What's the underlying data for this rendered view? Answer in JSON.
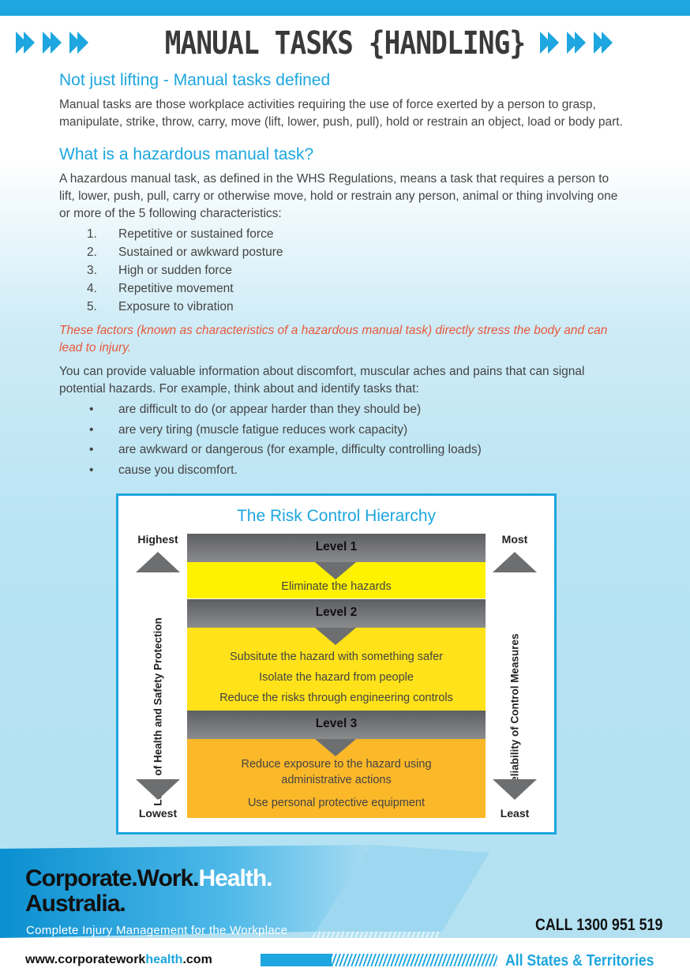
{
  "header": {
    "title": "MANUAL TASKS {HANDLING}"
  },
  "section1": {
    "heading": "Not just lifting - Manual tasks defined",
    "text": "Manual tasks are those workplace activities requiring the use of force exerted by a person to grasp, manipulate, strike, throw, carry, move (lift, lower, push, pull), hold or restrain an object, load or body part."
  },
  "section2": {
    "heading": "What is a hazardous manual task?",
    "text": "A hazardous manual task, as defined in the WHS Regulations, means a task that requires a person to lift, lower, push, pull, carry or otherwise move, hold or restrain any person, animal or thing involving one or more of the 5 following characteristics:",
    "items": [
      {
        "num": "1.",
        "text": "Repetitive or sustained force"
      },
      {
        "num": "2.",
        "text": "Sustained or awkward posture"
      },
      {
        "num": "3.",
        "text": "High or sudden force"
      },
      {
        "num": "4.",
        "text": "Repetitive movement"
      },
      {
        "num": "5.",
        "text": "Exposure to vibration"
      }
    ],
    "warning": "These factors (known as characteristics of a hazardous manual task) directly stress the body and can lead to injury.",
    "text2": "You can provide valuable information about discomfort, muscular aches and pains that can signal potential hazards. For example, think about and identify tasks that:",
    "bullets": [
      "are difficult to do (or appear harder than they should be)",
      "are very tiring (muscle fatigue reduces work capacity)",
      "are awkward or dangerous (for example, difficulty controlling loads)",
      "cause you discomfort."
    ],
    "bullet_char": "•"
  },
  "hierarchy": {
    "title": "The Risk Control Hierarchy",
    "left_top": "Highest",
    "left_bottom": "Lowest",
    "left_axis": "Level of Health and Safety Protection",
    "right_top": "Most",
    "right_bottom": "Least",
    "right_axis": "Reliability of Control Measures",
    "levels": [
      {
        "label": "Level 1",
        "color": "#fff200",
        "items": [
          "Eliminate the hazards"
        ]
      },
      {
        "label": "Level 2",
        "color": "#ffe21a",
        "items": [
          "Subsitute the hazard with something safer",
          "Isolate the hazard from people",
          "Reduce the risks through engineering controls"
        ]
      },
      {
        "label": "Level 3",
        "color": "#fbb829",
        "items": [
          "Reduce exposure to the hazard using",
          "administrative actions",
          "Use personal protective equipment"
        ]
      }
    ]
  },
  "footer": {
    "brand_a": "Corporate.Work.",
    "brand_b": "Health.",
    "brand_c": "Australia.",
    "tagline": "Complete Injury Management for the Workplace",
    "call": "CALL 1300 951 519",
    "web_a": "www.corporatework",
    "web_b": "health",
    "web_c": ".com",
    "states": "All States & Territories"
  },
  "colors": {
    "accent": "#1da6df",
    "warning": "#e8583b",
    "level_header": "#6d6e70"
  }
}
